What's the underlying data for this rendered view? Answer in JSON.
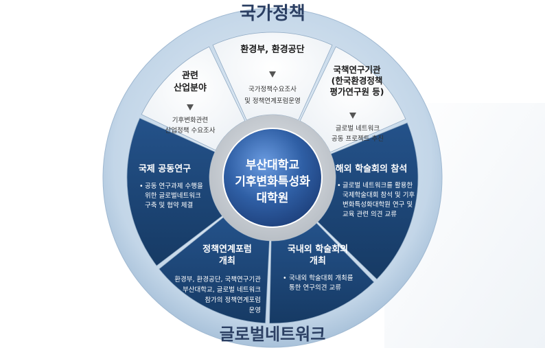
{
  "diagram": {
    "top_label": "국가정책",
    "bottom_label": "글로벌네트워크",
    "center": {
      "line1": "부산대학교",
      "line2": "기후변화특성화",
      "line3": "대학원"
    },
    "segments": {
      "top_center": {
        "title": "환경부, 환경공단",
        "body1": "국가정책수요조사",
        "body2": "및 정책연계포럼운영"
      },
      "top_left": {
        "title1": "관련",
        "title2": "산업분야",
        "body1": "기후변화관련",
        "body2": "산업정책 수요조사"
      },
      "top_right": {
        "title1": "국책연구기관",
        "title2": "(한국환경정책",
        "title3": "평가연구원 등)",
        "body1": "글로벌 네트워크",
        "body2": "공동 프로젝트 추진"
      },
      "left": {
        "title": "국제 공동연구",
        "bullet": "•",
        "body1": "공동 연구과제 수행을",
        "body2": "위한 글로벌네트워크",
        "body3": "구축 및 협약 체결"
      },
      "right": {
        "title": "해외 학술회의 참석",
        "bullet": "•",
        "body1": "글로벌 네트워크를 활용한",
        "body2": "국제학술대회 참석 및 기후",
        "body3": "변화특성화대학원 연구 및",
        "body4": "교육 관련 의견 교류"
      },
      "bottom_left": {
        "title1": "정책연계포럼",
        "title2": "개최",
        "body1": "환경부, 환경공단, 국책연구기관",
        "body2": "부산대학교, 글로벌 네트워크",
        "body3": "참가의 정책연계포럼",
        "body4": "운영"
      },
      "bottom_right": {
        "title1": "국내외 학술회의",
        "title2": "개최",
        "bullet": "•",
        "body1": "국내외 학술대회 개최를",
        "body2": "통한 연구의견 교류"
      }
    },
    "colors": {
      "ring": "#b3cbe0",
      "navy": "#1c4675",
      "white_seg": "#ffffff",
      "center_blue": "#2f5fa5",
      "title_text": "#2b3f63"
    }
  }
}
